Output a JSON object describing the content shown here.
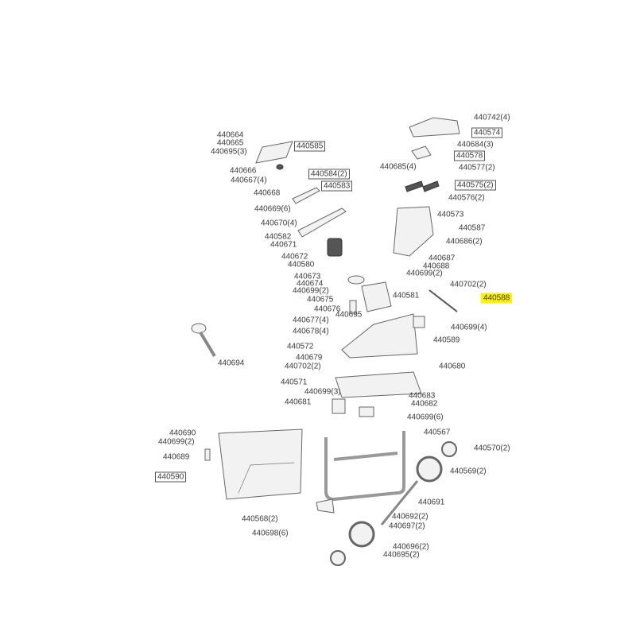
{
  "diagram": {
    "highlight_color": "#fff200",
    "labels": [
      {
        "text": "440664"
      },
      {
        "text": "440665"
      },
      {
        "text": "440695(3)"
      },
      {
        "text": "440585",
        "boxed": true
      },
      {
        "text": "440666"
      },
      {
        "text": "440584(2)",
        "boxed": true
      },
      {
        "text": "440667(4)"
      },
      {
        "text": "440583",
        "boxed": true
      },
      {
        "text": "440668"
      },
      {
        "text": "440669(6)"
      },
      {
        "text": "440670(4)"
      },
      {
        "text": "440582"
      },
      {
        "text": "440671"
      },
      {
        "text": "440672"
      },
      {
        "text": "440580"
      },
      {
        "text": "440673"
      },
      {
        "text": "440674"
      },
      {
        "text": "440699(2)"
      },
      {
        "text": "440675"
      },
      {
        "text": "440676"
      },
      {
        "text": "440695"
      },
      {
        "text": "440677(4)"
      },
      {
        "text": "440678(4)"
      },
      {
        "text": "440572"
      },
      {
        "text": "440679"
      },
      {
        "text": "440702(2)"
      },
      {
        "text": "440571"
      },
      {
        "text": "440699(3)"
      },
      {
        "text": "440681"
      },
      {
        "text": "440694"
      },
      {
        "text": "440742(4)"
      },
      {
        "text": "440574",
        "boxed": true
      },
      {
        "text": "440684(3)"
      },
      {
        "text": "440578",
        "boxed": true
      },
      {
        "text": "440685(4)"
      },
      {
        "text": "440577(2)"
      },
      {
        "text": "440575(2)",
        "boxed": true
      },
      {
        "text": "440576(2)"
      },
      {
        "text": "440573"
      },
      {
        "text": "440587"
      },
      {
        "text": "440686(2)"
      },
      {
        "text": "440687"
      },
      {
        "text": "440688"
      },
      {
        "text": "440699(2)"
      },
      {
        "text": "440702(2)"
      },
      {
        "text": "440588",
        "highlight": true
      },
      {
        "text": "440581"
      },
      {
        "text": "440699(4)"
      },
      {
        "text": "440589"
      },
      {
        "text": "440680"
      },
      {
        "text": "440683"
      },
      {
        "text": "440682"
      },
      {
        "text": "440699(6)"
      },
      {
        "text": "440690"
      },
      {
        "text": "440699(2)"
      },
      {
        "text": "440689"
      },
      {
        "text": "440590",
        "boxed": true
      },
      {
        "text": "440567"
      },
      {
        "text": "440570(2)"
      },
      {
        "text": "440569(2)"
      },
      {
        "text": "440691"
      },
      {
        "text": "440568(2)"
      },
      {
        "text": "440692(2)"
      },
      {
        "text": "440697(2)"
      },
      {
        "text": "440698(6)"
      },
      {
        "text": "440696(2)"
      },
      {
        "text": "440695(2)"
      }
    ]
  }
}
